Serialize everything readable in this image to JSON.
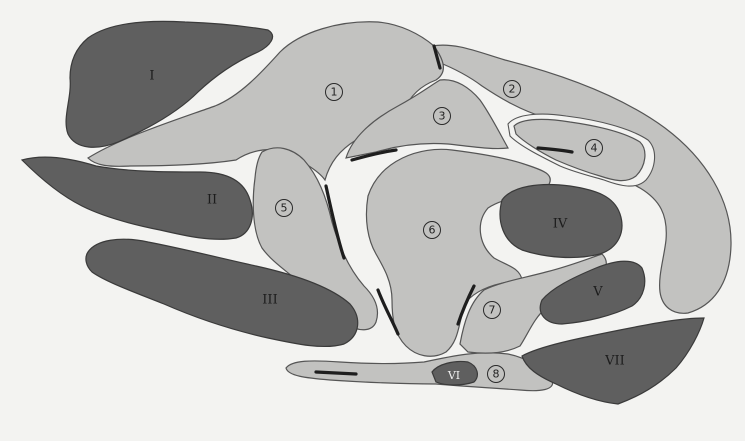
{
  "regions_light": [
    {
      "id": "region-1",
      "label": "1"
    },
    {
      "id": "region-2",
      "label": "2"
    },
    {
      "id": "region-3",
      "label": "3"
    },
    {
      "id": "region-4",
      "label": "4"
    },
    {
      "id": "region-5",
      "label": "5"
    },
    {
      "id": "region-6",
      "label": "6"
    },
    {
      "id": "region-7",
      "label": "7"
    },
    {
      "id": "region-8",
      "label": "8"
    }
  ],
  "regions_dark": [
    {
      "id": "region-I",
      "label": "I"
    },
    {
      "id": "region-II",
      "label": "II"
    },
    {
      "id": "region-III",
      "label": "III"
    },
    {
      "id": "region-IV",
      "label": "IV"
    },
    {
      "id": "region-V",
      "label": "V"
    },
    {
      "id": "region-VI",
      "label": "VI"
    },
    {
      "id": "region-VII",
      "label": "VII"
    }
  ],
  "colors": {
    "light_region": "#c2c2c0",
    "dark_region": "#5f5f5f",
    "background": "#f3f3f1",
    "septum": "#1e1e1e"
  }
}
